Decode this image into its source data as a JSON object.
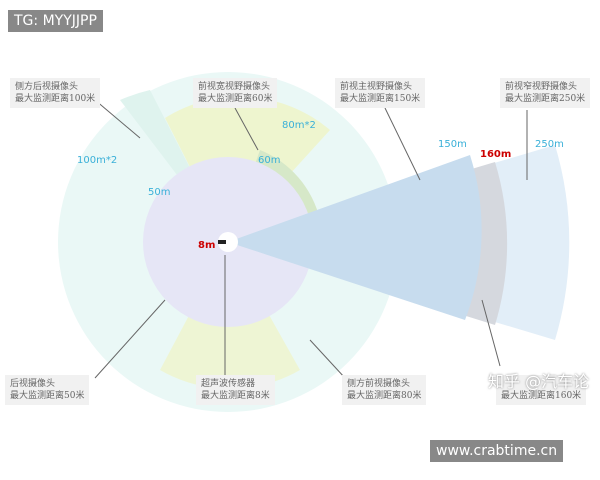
{
  "tag_top": "TG: MYYJJPP",
  "tag_bottom": "www.crabtime.cn",
  "watermark": "知乎 @汽车论",
  "labels": {
    "side_rear": "侧方后视摄像头\n最大监测距离100米",
    "front_wide": "前视宽视野摄像头\n最大监测距离60米",
    "front_main": "前视主视野摄像头\n最大监测距离150米",
    "front_narrow": "前视窄视野摄像头\n最大监测距离250米",
    "rear": "后视摄像头\n最大监测距离50米",
    "ultrasonic": "超声波传感器\n最大监测距离8米",
    "side_front": "侧方前视摄像头\n最大监测距离80米",
    "radar": "最大监测距离160米"
  },
  "distances": {
    "d100": "100m*2",
    "d80": "80m*2",
    "d60": "60m",
    "d50": "50m",
    "d8": "8m",
    "d150": "150m",
    "d160": "160m",
    "d250": "250m"
  }
}
